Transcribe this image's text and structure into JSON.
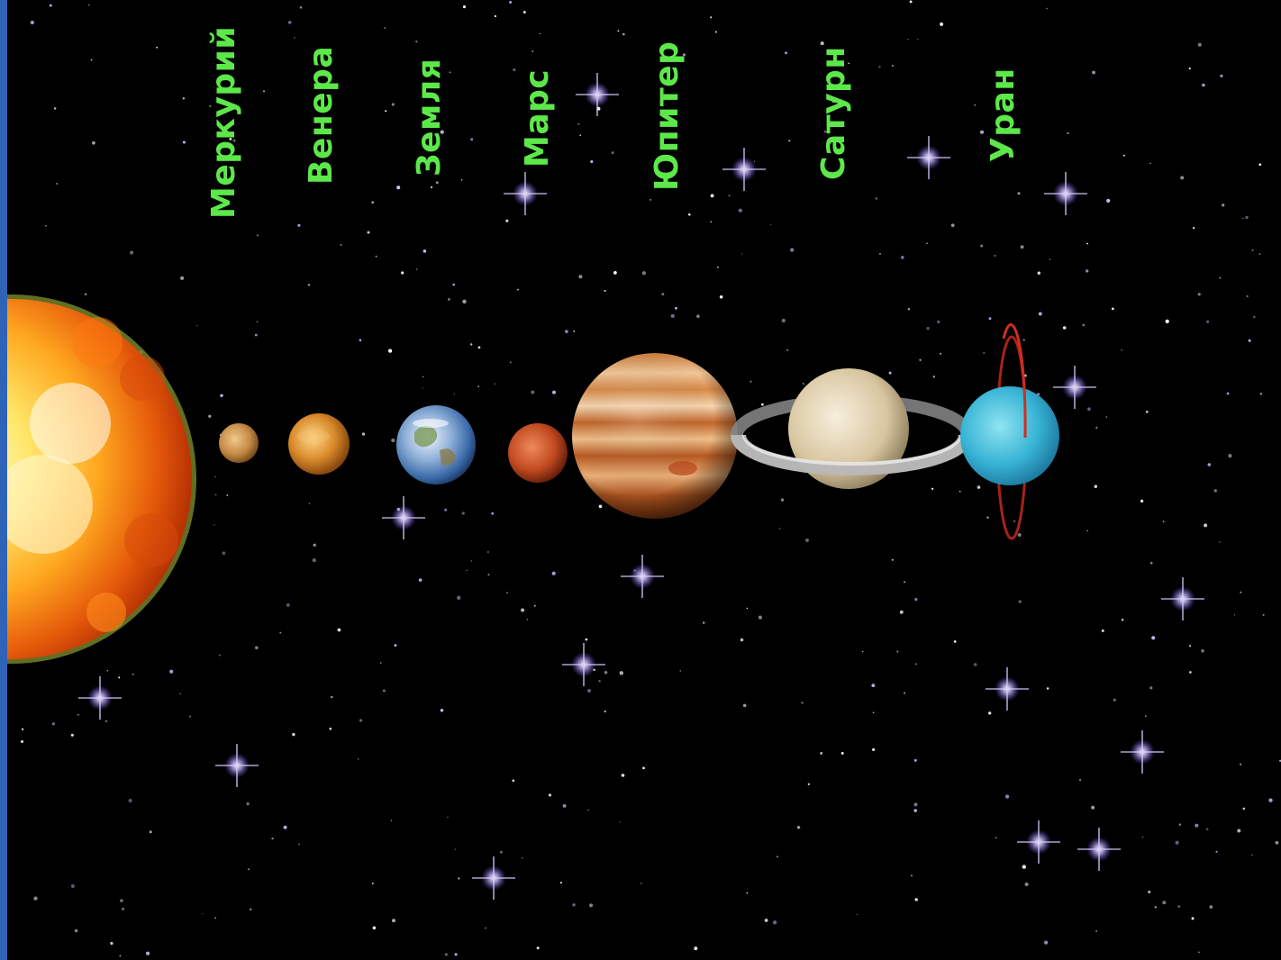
{
  "colors": {
    "frame": "#2f63b8",
    "background": "#000000",
    "label": "#5de84a"
  },
  "planets": [
    {
      "key": "mercury",
      "label": "Меркурий"
    },
    {
      "key": "venus",
      "label": "Венера"
    },
    {
      "key": "earth",
      "label": "Земля"
    },
    {
      "key": "mars",
      "label": "Марс"
    },
    {
      "key": "jupiter",
      "label": "Юпитер"
    },
    {
      "key": "saturn",
      "label": "Сатурн"
    },
    {
      "key": "uranus",
      "label": "Уран"
    }
  ]
}
